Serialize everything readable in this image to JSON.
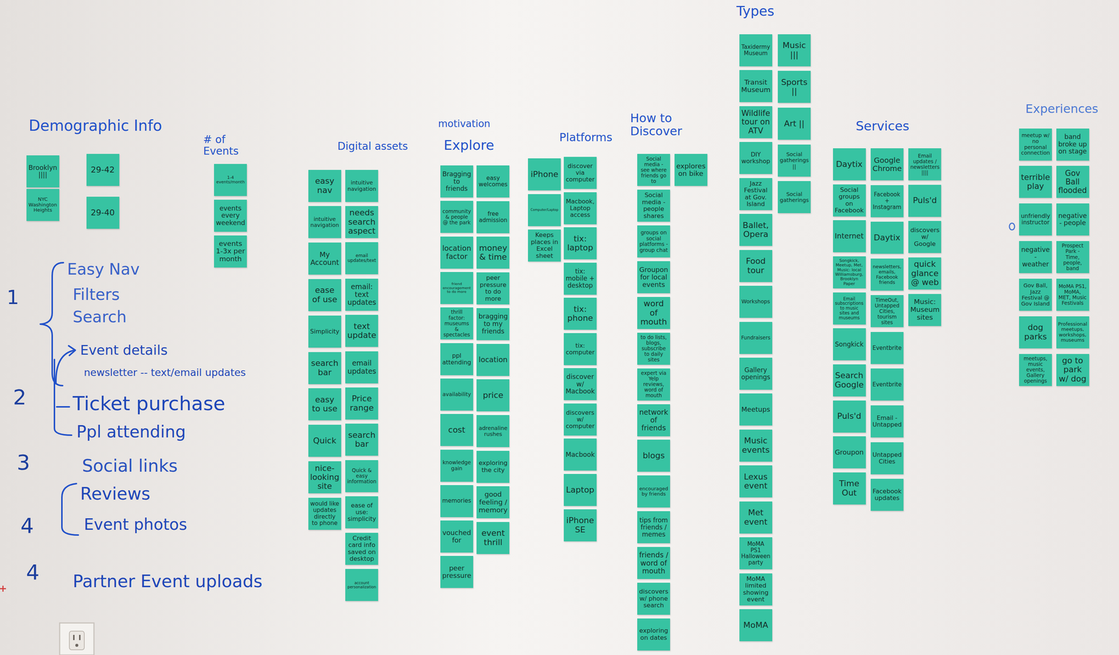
{
  "diagram": {
    "nodes": [
      {
        "text": [
          "Brooklyn ||||"
        ]
      },
      {
        "text": [
          "NYC Washington Heights"
        ]
      },
      {
        "text": [
          "29-42"
        ]
      },
      {
        "text": [
          "29-40"
        ]
      },
      {
        "text": [
          "1-4 events/month"
        ]
      },
      {
        "text": [
          "events every weekend"
        ]
      },
      {
        "text": [
          "events 1-3x per month"
        ]
      },
      {
        "text": [
          "easy nav"
        ]
      },
      {
        "text": [
          "intuitive navigation"
        ]
      },
      {
        "text": [
          "My Account"
        ]
      },
      {
        "text": [
          "ease of use"
        ]
      },
      {
        "text": [
          "Simplicity"
        ]
      },
      {
        "text": [
          "search bar"
        ]
      },
      {
        "text": [
          "easy to use"
        ]
      },
      {
        "text": [
          "Quick"
        ]
      },
      {
        "text": [
          "nice-looking site"
        ]
      },
      {
        "text": [
          "would like updates directly to phone"
        ]
      },
      {
        "text": [
          "intuitive navigation"
        ]
      },
      {
        "text": [
          "needs search aspect"
        ]
      },
      {
        "text": [
          "email updates/text"
        ]
      },
      {
        "text": [
          "email: text updates"
        ]
      },
      {
        "text": [
          "text update"
        ]
      },
      {
        "text": [
          "email updates"
        ]
      },
      {
        "text": [
          "Price range"
        ]
      },
      {
        "text": [
          "search bar"
        ]
      },
      {
        "text": [
          "Quick & easy information"
        ]
      },
      {
        "text": [
          "ease of use: simplicity"
        ]
      },
      {
        "text": [
          "Credit card info saved on desktop"
        ]
      },
      {
        "text": [
          "account personalization"
        ]
      },
      {
        "text": [
          "Bragging to friends"
        ]
      },
      {
        "text": [
          "community & people @ the park"
        ]
      },
      {
        "text": [
          "location factor"
        ]
      },
      {
        "text": [
          "friend encouragement to do more"
        ]
      },
      {
        "text": [
          "thrill factor: museums & spectacles"
        ]
      },
      {
        "text": [
          "ppl attending"
        ]
      },
      {
        "text": [
          "availability"
        ]
      },
      {
        "text": [
          "cost"
        ]
      },
      {
        "text": [
          "knowledge gain"
        ]
      },
      {
        "text": [
          "memories"
        ]
      },
      {
        "text": [
          "vouched for"
        ]
      },
      {
        "text": [
          "peer pressure"
        ]
      },
      {
        "text": [
          "easy welcomes"
        ]
      },
      {
        "text": [
          "free admission"
        ]
      },
      {
        "text": [
          "money & time"
        ]
      },
      {
        "text": [
          "peer pressure to do more"
        ]
      },
      {
        "text": [
          "bragging to my friends"
        ]
      },
      {
        "text": [
          "location"
        ]
      },
      {
        "text": [
          "price"
        ]
      },
      {
        "text": [
          "adrenaline rushes"
        ]
      },
      {
        "text": [
          "exploring the city"
        ]
      },
      {
        "text": [
          "good feeling / memory"
        ]
      },
      {
        "text": [
          "event thrill"
        ]
      },
      {
        "text": [
          "iPhone"
        ]
      },
      {
        "text": [
          "Computer/Laptop"
        ]
      },
      {
        "text": [
          "Keeps places in Excel sheet"
        ]
      },
      {
        "text": [
          "discover via computer"
        ]
      },
      {
        "text": [
          "Macbook, Laptop access"
        ]
      },
      {
        "text": [
          "tix: laptop"
        ]
      },
      {
        "text": [
          "tix: mobile + desktop"
        ]
      },
      {
        "text": [
          "tix: phone"
        ]
      },
      {
        "text": [
          "tix: computer"
        ]
      },
      {
        "text": [
          "discover w/ Macbook"
        ]
      },
      {
        "text": [
          "discovers w/ computer"
        ]
      },
      {
        "text": [
          "Macbook"
        ]
      },
      {
        "text": [
          "Laptop"
        ]
      },
      {
        "text": [
          "iPhone SE"
        ]
      },
      {
        "text": [
          "Social media - see where friends go to"
        ]
      },
      {
        "text": [
          "Social media - people shares"
        ]
      },
      {
        "text": [
          "groups on social platforms - group chat"
        ]
      },
      {
        "text": [
          "Groupon for local events"
        ]
      },
      {
        "text": [
          "word of mouth"
        ]
      },
      {
        "text": [
          "to do lists, blogs, subscribe to daily sites"
        ]
      },
      {
        "text": [
          "expert via Yelp reviews, word of mouth"
        ]
      },
      {
        "text": [
          "network of friends"
        ]
      },
      {
        "text": [
          "blogs"
        ]
      },
      {
        "text": [
          "encouraged by friends"
        ]
      },
      {
        "text": [
          "tips from friends / memes"
        ]
      },
      {
        "text": [
          "friends / word of mouth"
        ]
      },
      {
        "text": [
          "discovers w/ phone search"
        ]
      },
      {
        "text": [
          "exploring on dates"
        ]
      },
      {
        "text": [
          "explores on bike"
        ]
      },
      {
        "text": [
          "Taxidermy Museum"
        ]
      },
      {
        "text": [
          "Transit Museum"
        ]
      },
      {
        "text": [
          "Wildlife tour on ATV"
        ]
      },
      {
        "text": [
          "DIY workshop"
        ]
      },
      {
        "text": [
          "Jazz Festival at Gov. Island"
        ]
      },
      {
        "text": [
          "Ballet, Opera"
        ]
      },
      {
        "text": [
          "Food tour"
        ]
      },
      {
        "text": [
          "Workshops"
        ]
      },
      {
        "text": [
          "Fundraisers"
        ]
      },
      {
        "text": [
          "Gallery openings"
        ]
      },
      {
        "text": [
          "Meetups"
        ]
      },
      {
        "text": [
          "Music events"
        ]
      },
      {
        "text": [
          "Lexus event"
        ]
      },
      {
        "text": [
          "Met event"
        ]
      },
      {
        "text": [
          "MoMA PS1 Halloween party"
        ]
      },
      {
        "text": [
          "MoMA limited showing event"
        ]
      },
      {
        "text": [
          "MoMA"
        ]
      },
      {
        "text": [
          "Music |||"
        ]
      },
      {
        "text": [
          "Sports ||"
        ]
      },
      {
        "text": [
          "Art ||"
        ]
      },
      {
        "text": [
          "Social gatherings ||"
        ]
      },
      {
        "text": [
          "Social gatherings"
        ]
      },
      {
        "text": [
          "Daytix"
        ]
      },
      {
        "text": [
          "Social groups on Facebook"
        ]
      },
      {
        "text": [
          "Internet"
        ]
      },
      {
        "text": [
          "Songkick, Meetup, Met, Music: local Williamsburg, Brooklyn Paper"
        ]
      },
      {
        "text": [
          "Email subscriptions to music sites and museums"
        ]
      },
      {
        "text": [
          "Songkick"
        ]
      },
      {
        "text": [
          "Search Google"
        ]
      },
      {
        "text": [
          "Puls'd"
        ]
      },
      {
        "text": [
          "Groupon"
        ]
      },
      {
        "text": [
          "Time Out"
        ]
      },
      {
        "text": [
          "Google Chrome"
        ]
      },
      {
        "text": [
          "Facebook + Instagram"
        ]
      },
      {
        "text": [
          "Daytix"
        ]
      },
      {
        "text": [
          "newsletters, emails, Facebook friends"
        ]
      },
      {
        "text": [
          "TimeOut, Untapped Cities, tourism sites"
        ]
      },
      {
        "text": [
          "Eventbrite"
        ]
      },
      {
        "text": [
          "Eventbrite"
        ]
      },
      {
        "text": [
          "Email - Untapped"
        ]
      },
      {
        "text": [
          "Untapped Cities"
        ]
      },
      {
        "text": [
          "Facebook updates"
        ]
      },
      {
        "text": [
          "Email updates / newsletters ||||"
        ]
      },
      {
        "text": [
          "Puls'd"
        ]
      },
      {
        "text": [
          "discovers w/ Google"
        ]
      },
      {
        "text": [
          "quick glance @ web"
        ]
      },
      {
        "text": [
          "Music: Museum sites"
        ]
      },
      {
        "text": [
          "meetup w/ no personal connection"
        ]
      },
      {
        "text": [
          "terrible play"
        ]
      },
      {
        "text": [
          "unfriendly instructor"
        ]
      },
      {
        "text": [
          "negative - weather"
        ]
      },
      {
        "text": [
          "Gov Ball, Jazz Festival @ Gov Island"
        ]
      },
      {
        "text": [
          "dog parks"
        ]
      },
      {
        "text": [
          "meetups, music events, Gallery openings"
        ]
      },
      {
        "text": [
          "band broke up on stage"
        ]
      },
      {
        "text": [
          "Gov Ball flooded"
        ]
      },
      {
        "text": [
          "negative - people"
        ]
      },
      {
        "text": [
          "Prospect Park - Time, people, band"
        ]
      },
      {
        "text": [
          "MoMA PS1, MoMA, MET, Music Festivals"
        ]
      },
      {
        "text": [
          "Professional meetups, workshops, museums"
        ]
      },
      {
        "text": [
          "go to park w/ dog"
        ]
      }
    ],
    "labels": [
      "Demographic Info",
      "# of Events",
      "Digital assets",
      "motivation",
      "Explore",
      "Platforms",
      "How to Discover",
      "Types",
      "Services",
      "Experiences",
      "1",
      "Easy Nav",
      "Filters",
      "Search",
      "Event details",
      "newsletter -- text/email updates",
      "2",
      "Ticket purchase",
      "Ppl attending",
      "3",
      "Social links",
      "Reviews",
      "4",
      "Event photos",
      "4",
      "Partner Event uploads"
    ]
  }
}
